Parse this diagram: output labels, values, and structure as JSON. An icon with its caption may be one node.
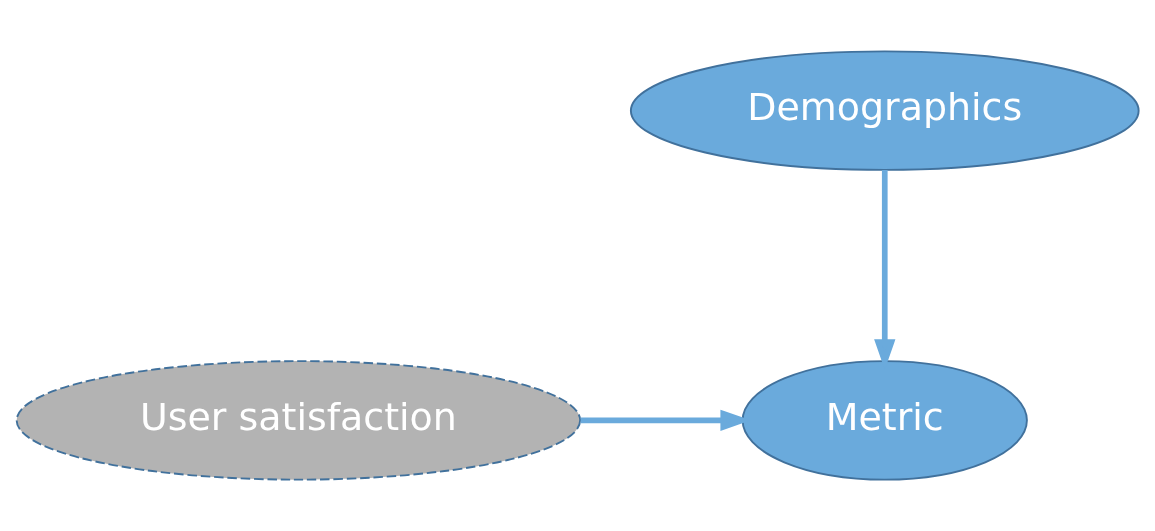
{
  "diagram": {
    "nodes": [
      {
        "text": [
          "Demographics"
        ]
      },
      {
        "text": [
          "User satisfaction"
        ]
      },
      {
        "text": [
          "Metric"
        ]
      }
    ],
    "edges": [
      {
        "from": 0,
        "to": 2,
        "arrow": "to"
      },
      {
        "from": 1,
        "to": 2,
        "arrow": "to"
      }
    ]
  }
}
